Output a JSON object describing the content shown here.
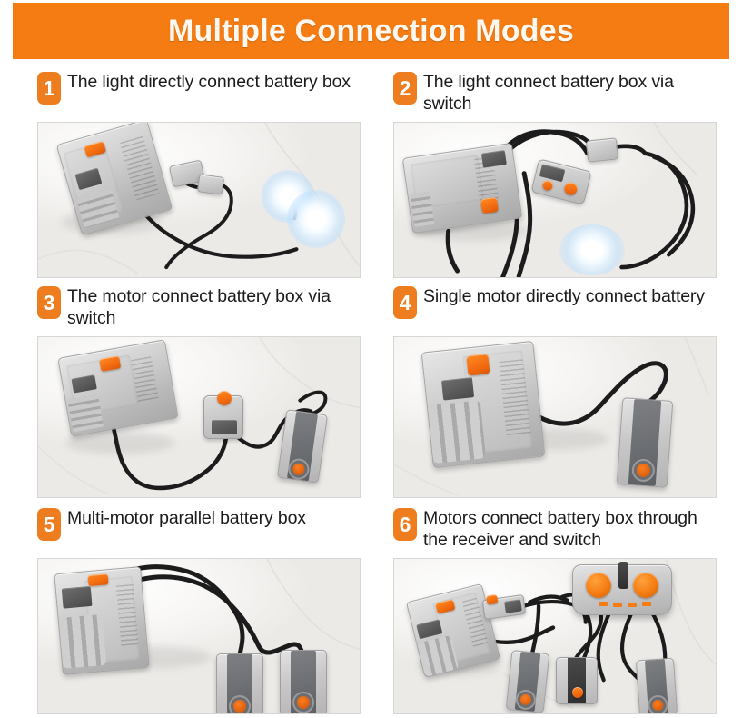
{
  "header": {
    "title": "Multiple Connection Modes",
    "background_color": "#F57C12",
    "text_color": "#FFF8F0"
  },
  "theme": {
    "badge_color": "#ED7D1E",
    "badge_text_color": "#FFFFFF",
    "caption_text_color": "#1B1B1B",
    "page_background": "#FFFFFF",
    "photo_border_color": "#D7D7D5",
    "lego_orange": "#F57C12",
    "lego_light_gray": "#C8C8C8",
    "lego_dark_gray": "#5D6064",
    "wire_color": "#1C1C1C",
    "led_glow_color": "#FFFFFF"
  },
  "modes": [
    {
      "number": "1",
      "caption": "The light directly connect battery box",
      "photo_alt": "Gray LEGO Power Functions battery box with orange switch wired directly to two lit white LED lights on a white marble surface",
      "components": [
        "battery-box",
        "led-light",
        "led-light"
      ]
    },
    {
      "number": "2",
      "caption": "The light connect battery box via switch",
      "photo_alt": "Battery box connected through a polarity switch and extension wire to a lit LED light",
      "components": [
        "battery-box",
        "switch",
        "extension-wire",
        "led-light"
      ]
    },
    {
      "number": "3",
      "caption": "The motor connect battery box via switch",
      "photo_alt": "Battery box connected through an orange-knob switch to a gray M motor",
      "components": [
        "battery-box",
        "switch",
        "motor"
      ]
    },
    {
      "number": "4",
      "caption": "Single motor directly connect battery",
      "photo_alt": "Battery box wired directly to a single M motor with visible orange axle",
      "components": [
        "battery-box",
        "motor"
      ]
    },
    {
      "number": "5",
      "caption": "Multi-motor parallel battery box",
      "photo_alt": "One battery box with two parallel cables running to two M motors",
      "components": [
        "battery-box",
        "motor",
        "motor"
      ]
    },
    {
      "number": "6",
      "caption": "Motors connect battery box through the receiver and switch",
      "photo_alt": "Battery box, switch, IR receiver and remote control with orange dials driving three M motors",
      "components": [
        "battery-box",
        "switch",
        "ir-receiver",
        "ir-remote",
        "motor",
        "motor",
        "motor"
      ]
    }
  ]
}
